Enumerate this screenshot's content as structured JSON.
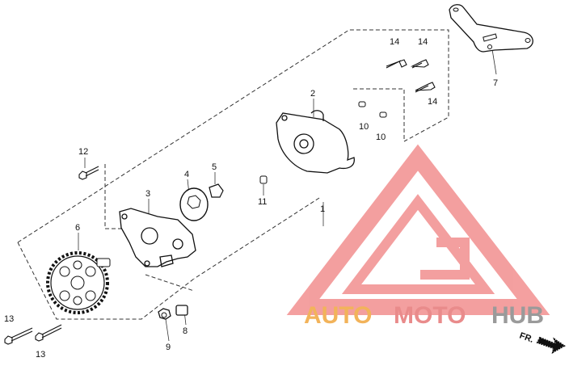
{
  "callouts": {
    "c1": "1",
    "c2": "2",
    "c3": "3",
    "c4": "4",
    "c5": "5",
    "c6": "6",
    "c7": "7",
    "c8": "8",
    "c9": "9",
    "c10a": "10",
    "c10b": "10",
    "c11": "11",
    "c12": "12",
    "c13a": "13",
    "c13b": "13",
    "c14a": "14",
    "c14b": "14",
    "c14c": "14"
  },
  "watermark": {
    "auto": "AUTO",
    "moto": "MOTO",
    "hub": "HUB",
    "colors": {
      "auto": "#f2b35a",
      "moto": "#e98b8b",
      "hub": "#9a9a9a",
      "logo": "#f08080"
    }
  },
  "direction": {
    "label": "FR."
  }
}
